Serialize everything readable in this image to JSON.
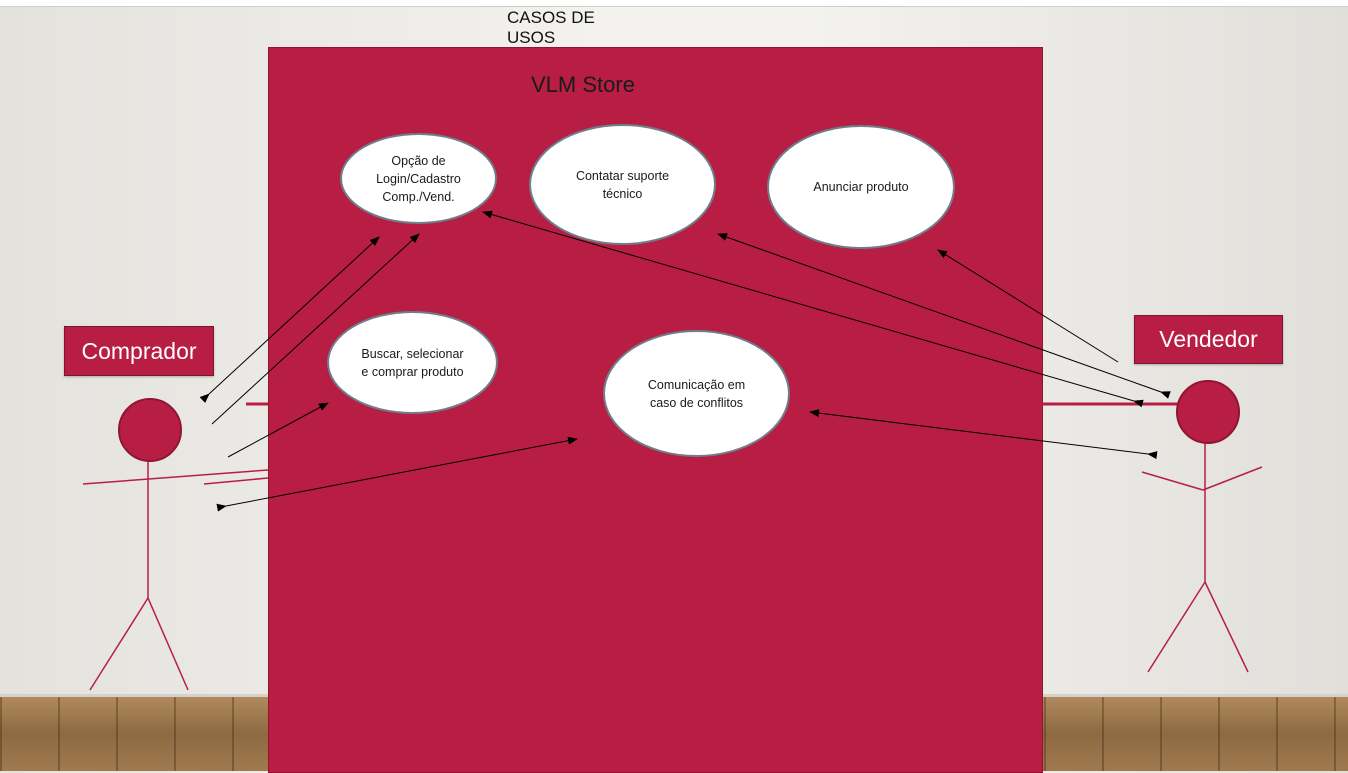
{
  "title": "CASOS DE USOS",
  "system": {
    "name": "VLM Store",
    "color": "#b81e44"
  },
  "actors": {
    "comprador": "Comprador",
    "vendedor": "Vendedor"
  },
  "use_cases": {
    "login": "Opção de Login/Cadastro Comp./Vend.",
    "suporte": "Contatar suporte técnico",
    "anunciar": "Anunciar produto",
    "buscar": "Buscar, selecionar e comprar produto",
    "conflitos": "Comunicação em caso de conflitos"
  }
}
